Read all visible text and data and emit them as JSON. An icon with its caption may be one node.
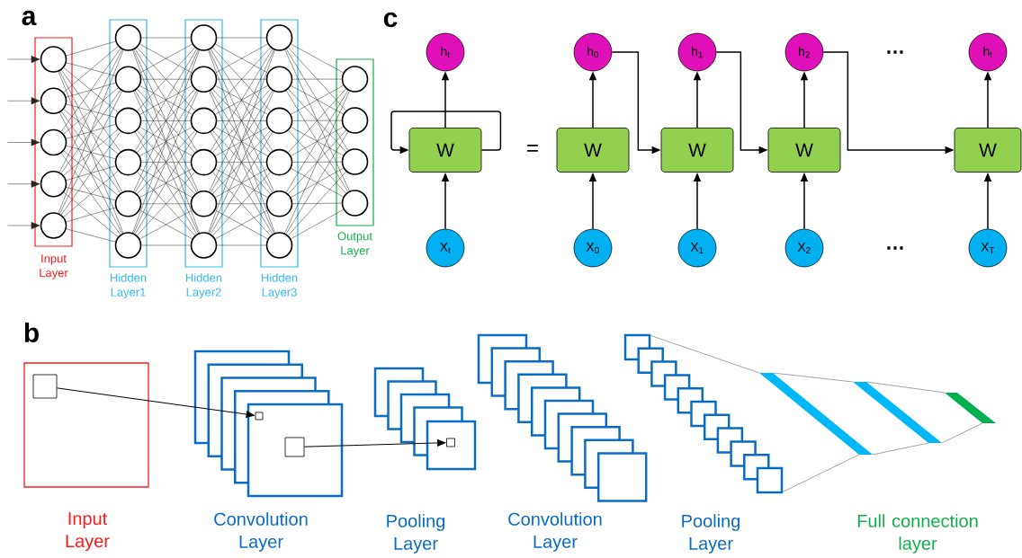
{
  "diagram": {
    "nodes": [
      {
        "text": [
          "Input Layer"
        ]
      },
      {
        "text": [],
        "shape": "circle",
        "in": 0
      },
      {
        "text": [],
        "shape": "circle",
        "in": 0
      },
      {
        "text": [],
        "shape": "circle",
        "in": 0
      },
      {
        "text": [],
        "shape": "circle",
        "in": 0
      },
      {
        "text": [],
        "shape": "circle",
        "in": 0
      },
      {
        "text": [
          "Hidden Layer1"
        ]
      },
      {
        "text": [],
        "shape": "circle",
        "in": 6
      },
      {
        "text": [],
        "shape": "circle",
        "in": 6
      },
      {
        "text": [],
        "shape": "circle",
        "in": 6
      },
      {
        "text": [],
        "shape": "circle",
        "in": 6
      },
      {
        "text": [],
        "shape": "circle",
        "in": 6
      },
      {
        "text": [],
        "shape": "circle",
        "in": 6
      },
      {
        "text": [
          "Hidden Layer2"
        ]
      },
      {
        "text": [],
        "shape": "circle",
        "in": 13
      },
      {
        "text": [],
        "shape": "circle",
        "in": 13
      },
      {
        "text": [],
        "shape": "circle",
        "in": 13
      },
      {
        "text": [],
        "shape": "circle",
        "in": 13
      },
      {
        "text": [],
        "shape": "circle",
        "in": 13
      },
      {
        "text": [],
        "shape": "circle",
        "in": 13
      },
      {
        "text": [
          "Hidden Layer3"
        ]
      },
      {
        "text": [],
        "shape": "circle",
        "in": 20
      },
      {
        "text": [],
        "shape": "circle",
        "in": 20
      },
      {
        "text": [],
        "shape": "circle",
        "in": 20
      },
      {
        "text": [],
        "shape": "circle",
        "in": 20
      },
      {
        "text": [],
        "shape": "circle",
        "in": 20
      },
      {
        "text": [],
        "shape": "circle",
        "in": 20
      },
      {
        "text": [
          "Output Layer"
        ]
      },
      {
        "text": [],
        "shape": "circle",
        "in": 27
      },
      {
        "text": [],
        "shape": "circle",
        "in": 27
      },
      {
        "text": [],
        "shape": "circle",
        "in": 27
      },
      {
        "text": [],
        "shape": "circle",
        "in": 27
      },
      {
        "text": [
          "h$_{t}$"
        ]
      },
      {
        "text": [
          "W"
        ]
      },
      {
        "text": [
          "X$_{t}$"
        ]
      },
      {
        "text": [
          "h$_{0}$"
        ]
      },
      {
        "text": [
          "W"
        ]
      },
      {
        "text": [
          "X$_{0}$"
        ]
      },
      {
        "text": [
          "h$_{1}$"
        ]
      },
      {
        "text": [
          "W"
        ]
      },
      {
        "text": [
          "X$_{1}$"
        ]
      },
      {
        "text": [
          "h$_{2}$"
        ]
      },
      {
        "text": [
          "W"
        ]
      },
      {
        "text": [
          "X$_{2}$"
        ]
      },
      {
        "text": [
          "h$_{t}$"
        ]
      },
      {
        "text": [
          "W"
        ]
      },
      {
        "text": [
          "X$_{T}$"
        ]
      },
      {
        "text": [],
        "shape": "box"
      },
      {
        "text": [],
        "shape": "box",
        "in": 47
      },
      {
        "text": [],
        "shape": "box"
      },
      {
        "text": [],
        "shape": "box",
        "in": 49
      },
      {
        "text": [],
        "shape": "box",
        "in": 49
      },
      {
        "text": [],
        "shape": "box"
      },
      {
        "text": [],
        "shape": "box",
        "in": 52
      }
    ],
    "edges": [
      {
        "from": null,
        "to": 1,
        "arrow": "to"
      },
      {
        "from": null,
        "to": 2,
        "arrow": "to"
      },
      {
        "from": null,
        "to": 3,
        "arrow": "to"
      },
      {
        "from": null,
        "to": 4,
        "arrow": "to"
      },
      {
        "from": null,
        "to": 5,
        "arrow": "to"
      },
      {
        "from": 1,
        "to": 7,
        "arrow": "none"
      },
      {
        "from": 1,
        "to": 8,
        "arrow": "none"
      },
      {
        "from": 1,
        "to": 9,
        "arrow": "none"
      },
      {
        "from": 1,
        "to": 10,
        "arrow": "none"
      },
      {
        "from": 1,
        "to": 11,
        "arrow": "none"
      },
      {
        "from": 1,
        "to": 12,
        "arrow": "none"
      },
      {
        "from": 2,
        "to": 7,
        "arrow": "none"
      },
      {
        "from": 2,
        "to": 8,
        "arrow": "none"
      },
      {
        "from": 2,
        "to": 9,
        "arrow": "none"
      },
      {
        "from": 2,
        "to": 10,
        "arrow": "none"
      },
      {
        "from": 2,
        "to": 11,
        "arrow": "none"
      },
      {
        "from": 2,
        "to": 12,
        "arrow": "none"
      },
      {
        "from": 3,
        "to": 7,
        "arrow": "none"
      },
      {
        "from": 3,
        "to": 8,
        "arrow": "none"
      },
      {
        "from": 3,
        "to": 9,
        "arrow": "none"
      },
      {
        "from": 3,
        "to": 10,
        "arrow": "none"
      },
      {
        "from": 3,
        "to": 11,
        "arrow": "none"
      },
      {
        "from": 3,
        "to": 12,
        "arrow": "none"
      },
      {
        "from": 4,
        "to": 7,
        "arrow": "none"
      },
      {
        "from": 4,
        "to": 8,
        "arrow": "none"
      },
      {
        "from": 4,
        "to": 9,
        "arrow": "none"
      },
      {
        "from": 4,
        "to": 10,
        "arrow": "none"
      },
      {
        "from": 4,
        "to": 11,
        "arrow": "none"
      },
      {
        "from": 4,
        "to": 12,
        "arrow": "none"
      },
      {
        "from": 5,
        "to": 7,
        "arrow": "none"
      },
      {
        "from": 5,
        "to": 8,
        "arrow": "none"
      },
      {
        "from": 5,
        "to": 9,
        "arrow": "none"
      },
      {
        "from": 5,
        "to": 10,
        "arrow": "none"
      },
      {
        "from": 5,
        "to": 11,
        "arrow": "none"
      },
      {
        "from": 5,
        "to": 12,
        "arrow": "none"
      },
      {
        "from": 7,
        "to": 14,
        "arrow": "none"
      },
      {
        "from": 7,
        "to": 15,
        "arrow": "none"
      },
      {
        "from": 7,
        "to": 16,
        "arrow": "none"
      },
      {
        "from": 7,
        "to": 17,
        "arrow": "none"
      },
      {
        "from": 7,
        "to": 18,
        "arrow": "none"
      },
      {
        "from": 7,
        "to": 19,
        "arrow": "none"
      },
      {
        "from": 8,
        "to": 14,
        "arrow": "none"
      },
      {
        "from": 8,
        "to": 15,
        "arrow": "none"
      },
      {
        "from": 8,
        "to": 16,
        "arrow": "none"
      },
      {
        "from": 8,
        "to": 17,
        "arrow": "none"
      },
      {
        "from": 8,
        "to": 18,
        "arrow": "none"
      },
      {
        "from": 8,
        "to": 19,
        "arrow": "none"
      },
      {
        "from": 9,
        "to": 14,
        "arrow": "none"
      },
      {
        "from": 9,
        "to": 15,
        "arrow": "none"
      },
      {
        "from": 9,
        "to": 16,
        "arrow": "none"
      },
      {
        "from": 9,
        "to": 17,
        "arrow": "none"
      },
      {
        "from": 9,
        "to": 18,
        "arrow": "none"
      },
      {
        "from": 9,
        "to": 19,
        "arrow": "none"
      },
      {
        "from": 10,
        "to": 14,
        "arrow": "none"
      },
      {
        "from": 10,
        "to": 15,
        "arrow": "none"
      },
      {
        "from": 10,
        "to": 16,
        "arrow": "none"
      },
      {
        "from": 10,
        "to": 17,
        "arrow": "none"
      },
      {
        "from": 10,
        "to": 18,
        "arrow": "none"
      },
      {
        "from": 10,
        "to": 19,
        "arrow": "none"
      },
      {
        "from": 11,
        "to": 14,
        "arrow": "none"
      },
      {
        "from": 11,
        "to": 15,
        "arrow": "none"
      },
      {
        "from": 11,
        "to": 16,
        "arrow": "none"
      },
      {
        "from": 11,
        "to": 17,
        "arrow": "none"
      },
      {
        "from": 11,
        "to": 18,
        "arrow": "none"
      },
      {
        "from": 11,
        "to": 19,
        "arrow": "none"
      },
      {
        "from": 12,
        "to": 14,
        "arrow": "none"
      },
      {
        "from": 12,
        "to": 15,
        "arrow": "none"
      },
      {
        "from": 12,
        "to": 16,
        "arrow": "none"
      },
      {
        "from": 12,
        "to": 17,
        "arrow": "none"
      },
      {
        "from": 12,
        "to": 18,
        "arrow": "none"
      },
      {
        "from": 12,
        "to": 19,
        "arrow": "none"
      },
      {
        "from": 14,
        "to": 21,
        "arrow": "none"
      },
      {
        "from": 14,
        "to": 22,
        "arrow": "none"
      },
      {
        "from": 14,
        "to": 23,
        "arrow": "none"
      },
      {
        "from": 14,
        "to": 24,
        "arrow": "none"
      },
      {
        "from": 14,
        "to": 25,
        "arrow": "none"
      },
      {
        "from": 14,
        "to": 26,
        "arrow": "none"
      },
      {
        "from": 15,
        "to": 21,
        "arrow": "none"
      },
      {
        "from": 15,
        "to": 22,
        "arrow": "none"
      },
      {
        "from": 15,
        "to": 23,
        "arrow": "none"
      },
      {
        "from": 15,
        "to": 24,
        "arrow": "none"
      },
      {
        "from": 15,
        "to": 25,
        "arrow": "none"
      },
      {
        "from": 15,
        "to": 26,
        "arrow": "none"
      },
      {
        "from": 16,
        "to": 21,
        "arrow": "none"
      },
      {
        "from": 16,
        "to": 22,
        "arrow": "none"
      },
      {
        "from": 16,
        "to": 23,
        "arrow": "none"
      },
      {
        "from": 16,
        "to": 24,
        "arrow": "none"
      },
      {
        "from": 16,
        "to": 25,
        "arrow": "none"
      },
      {
        "from": 16,
        "to": 26,
        "arrow": "none"
      },
      {
        "from": 17,
        "to": 21,
        "arrow": "none"
      },
      {
        "from": 17,
        "to": 22,
        "arrow": "none"
      },
      {
        "from": 17,
        "to": 23,
        "arrow": "none"
      },
      {
        "from": 17,
        "to": 24,
        "arrow": "none"
      },
      {
        "from": 17,
        "to": 25,
        "arrow": "none"
      },
      {
        "from": 17,
        "to": 26,
        "arrow": "none"
      },
      {
        "from": 18,
        "to": 21,
        "arrow": "none"
      },
      {
        "from": 18,
        "to": 22,
        "arrow": "none"
      },
      {
        "from": 18,
        "to": 23,
        "arrow": "none"
      },
      {
        "from": 18,
        "to": 24,
        "arrow": "none"
      },
      {
        "from": 18,
        "to": 25,
        "arrow": "none"
      },
      {
        "from": 18,
        "to": 26,
        "arrow": "none"
      },
      {
        "from": 19,
        "to": 21,
        "arrow": "none"
      },
      {
        "from": 19,
        "to": 22,
        "arrow": "none"
      },
      {
        "from": 19,
        "to": 23,
        "arrow": "none"
      },
      {
        "from": 19,
        "to": 24,
        "arrow": "none"
      },
      {
        "from": 19,
        "to": 25,
        "arrow": "none"
      },
      {
        "from": 19,
        "to": 26,
        "arrow": "none"
      },
      {
        "from": 21,
        "to": 28,
        "arrow": "none"
      },
      {
        "from": 21,
        "to": 29,
        "arrow": "none"
      },
      {
        "from": 21,
        "to": 30,
        "arrow": "none"
      },
      {
        "from": 21,
        "to": 31,
        "arrow": "none"
      },
      {
        "from": 22,
        "to": 28,
        "arrow": "none"
      },
      {
        "from": 22,
        "to": 29,
        "arrow": "none"
      },
      {
        "from": 22,
        "to": 30,
        "arrow": "none"
      },
      {
        "from": 22,
        "to": 31,
        "arrow": "none"
      },
      {
        "from": 23,
        "to": 28,
        "arrow": "none"
      },
      {
        "from": 23,
        "to": 29,
        "arrow": "none"
      },
      {
        "from": 23,
        "to": 30,
        "arrow": "none"
      },
      {
        "from": 23,
        "to": 31,
        "arrow": "none"
      },
      {
        "from": 24,
        "to": 28,
        "arrow": "none"
      },
      {
        "from": 24,
        "to": 29,
        "arrow": "none"
      },
      {
        "from": 24,
        "to": 30,
        "arrow": "none"
      },
      {
        "from": 24,
        "to": 31,
        "arrow": "none"
      },
      {
        "from": 25,
        "to": 28,
        "arrow": "none"
      },
      {
        "from": 25,
        "to": 29,
        "arrow": "none"
      },
      {
        "from": 25,
        "to": 30,
        "arrow": "none"
      },
      {
        "from": 25,
        "to": 31,
        "arrow": "none"
      },
      {
        "from": 26,
        "to": 28,
        "arrow": "none"
      },
      {
        "from": 26,
        "to": 29,
        "arrow": "none"
      },
      {
        "from": 26,
        "to": 30,
        "arrow": "none"
      },
      {
        "from": 26,
        "to": 31,
        "arrow": "none"
      },
      {
        "from": 34,
        "to": 33,
        "arrow": "to"
      },
      {
        "from": 33,
        "to": 32,
        "arrow": "to"
      },
      {
        "from": 33,
        "to": 33,
        "arrow": "to"
      },
      {
        "from": 37,
        "to": 36,
        "arrow": "to"
      },
      {
        "from": 36,
        "to": 35,
        "arrow": "to"
      },
      {
        "from": 35,
        "to": 39,
        "arrow": "to"
      },
      {
        "from": 40,
        "to": 39,
        "arrow": "to"
      },
      {
        "from": 39,
        "to": 38,
        "arrow": "to"
      },
      {
        "from": 38,
        "to": 42,
        "arrow": "to"
      },
      {
        "from": 43,
        "to": 42,
        "arrow": "to"
      },
      {
        "from": 42,
        "to": 41,
        "arrow": "to"
      },
      {
        "from": 41,
        "to": 45,
        "arrow": "to"
      },
      {
        "from": 46,
        "to": 45,
        "arrow": "to"
      },
      {
        "from": 45,
        "to": 44,
        "arrow": "to"
      },
      {
        "from": 48,
        "to": 50,
        "arrow": "to"
      },
      {
        "from": 51,
        "to": 53,
        "arrow": "to"
      }
    ],
    "labels": [
      "a",
      "b",
      "c",
      "=",
      "…",
      "…",
      "Input Layer",
      "Convolution Layer",
      "Pooling Layer",
      "Convolution Layer",
      "Pooling Layer",
      "Full connection layer"
    ]
  }
}
